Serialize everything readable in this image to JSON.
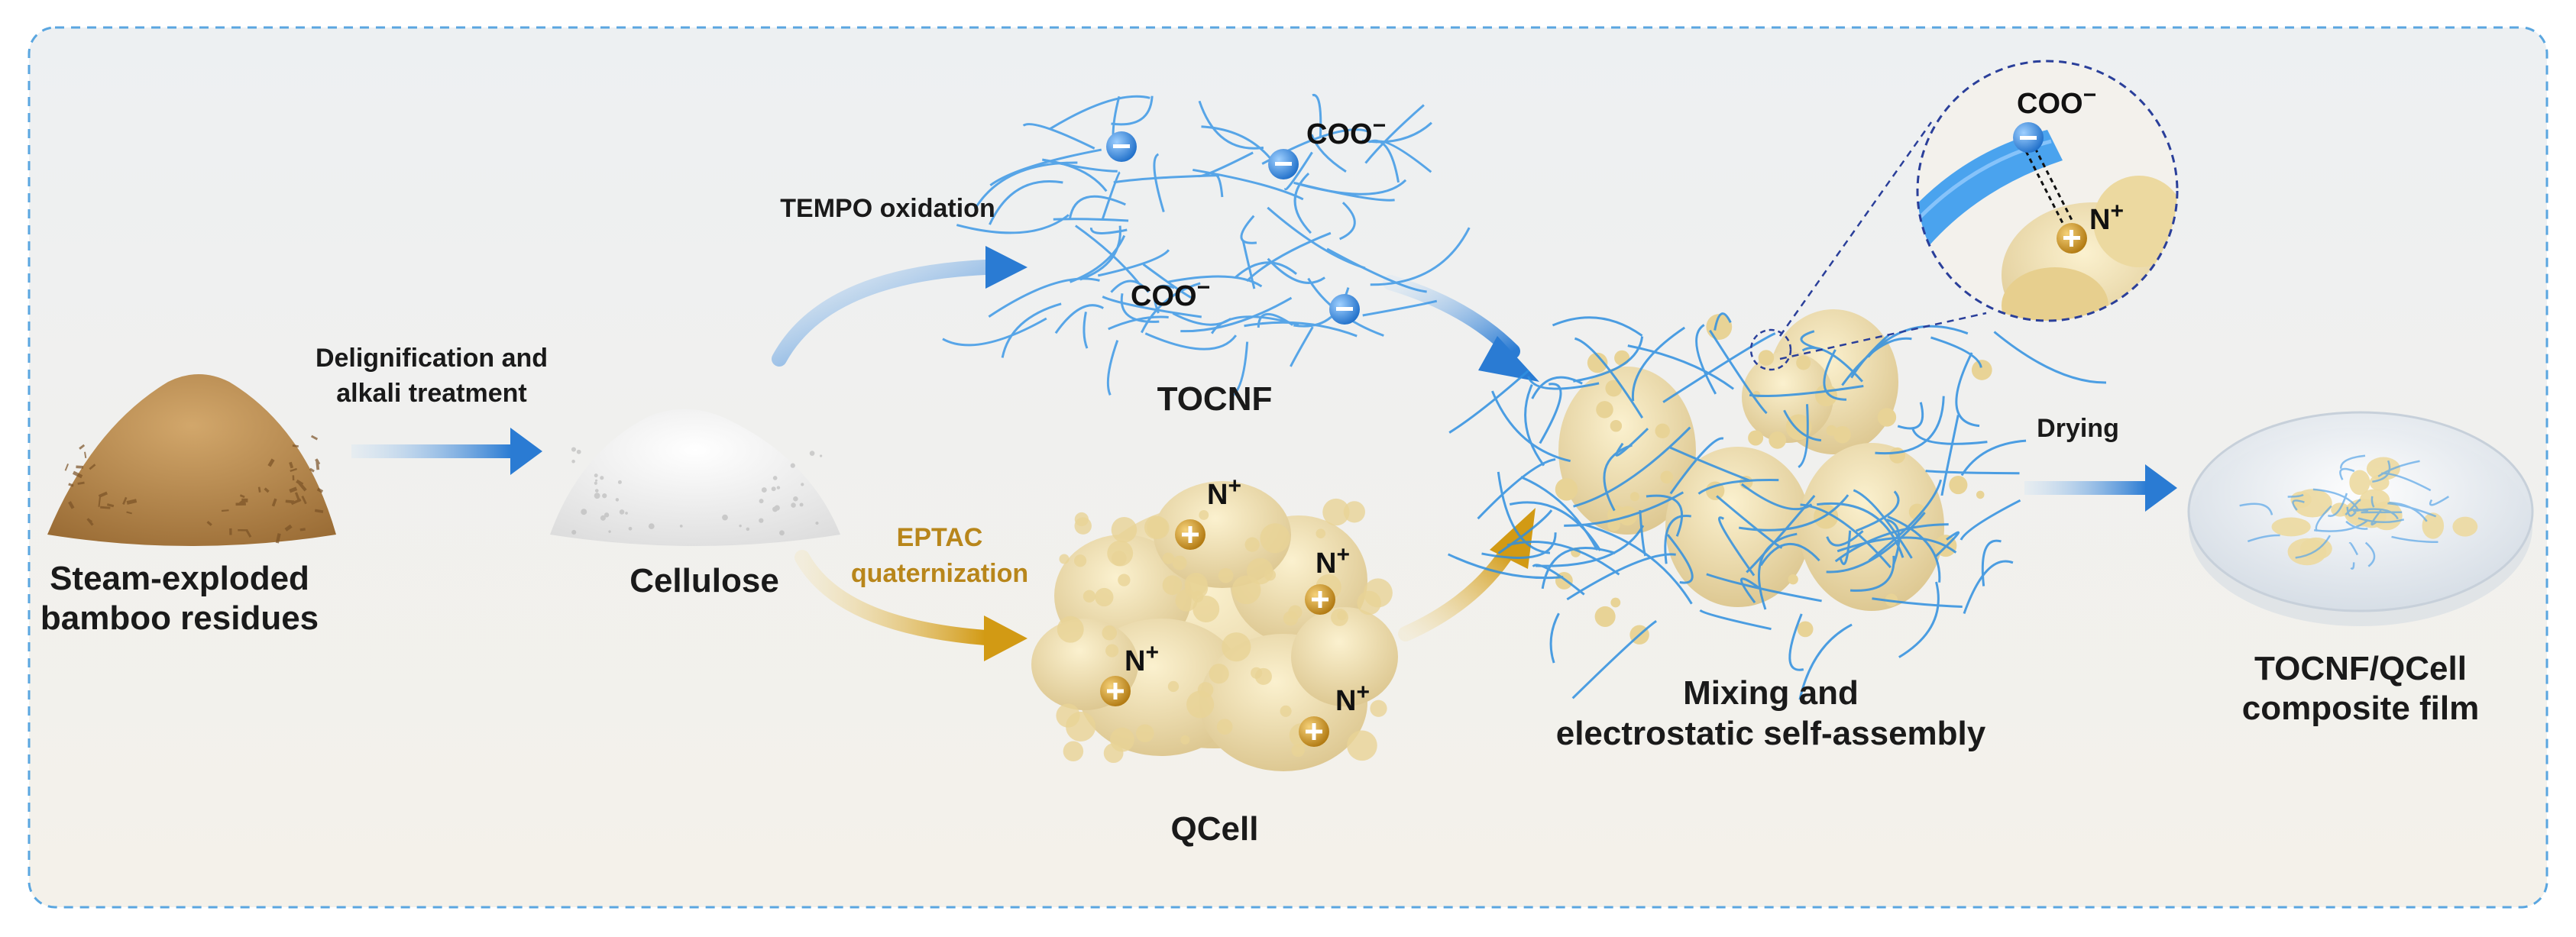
{
  "nodes": {
    "bamboo": {
      "line1": "Steam-exploded",
      "line2": "bamboo residues"
    },
    "cellulose": {
      "label": "Cellulose"
    },
    "tocnf": {
      "label": "TOCNF"
    },
    "qcell": {
      "label": "QCell"
    },
    "mixing": {
      "line1": "Mixing and",
      "line2": "electrostatic self-assembly"
    },
    "film": {
      "line1": "TOCNF/QCell",
      "line2": "composite film"
    }
  },
  "steps": {
    "delignification": {
      "line1": "Delignification and",
      "line2": "alkali treatment"
    },
    "tempo": {
      "label": "TEMPO oxidation"
    },
    "eptac": {
      "line1": "EPTAC",
      "line2": "quaternization"
    },
    "drying": {
      "label": "Drying"
    }
  },
  "ions": {
    "carboxylate": "COO",
    "minus": "−",
    "ammonium": "N",
    "plus": "+"
  },
  "colors": {
    "blue_arrow": "#2f7fd6",
    "orange_arrow": "#d9a21c",
    "border": "#5aa6e0",
    "fiber": "#3d98e6",
    "particle": "#efdca0",
    "bamboo": "#b8864a",
    "step_orange": "#b8861b"
  }
}
